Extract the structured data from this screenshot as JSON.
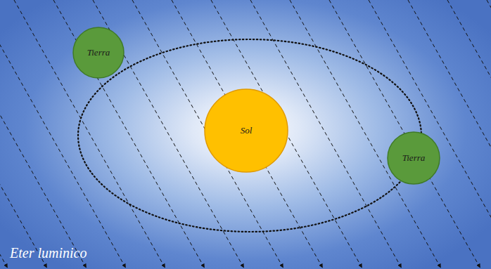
{
  "diagram": {
    "nodes": [
      {
        "text": [
          "Tierra"
        ]
      },
      {
        "text": [
          "Sol"
        ]
      },
      {
        "text": [
          "Tierra"
        ]
      }
    ],
    "labels": [
      "Eter luminico"
    ]
  }
}
